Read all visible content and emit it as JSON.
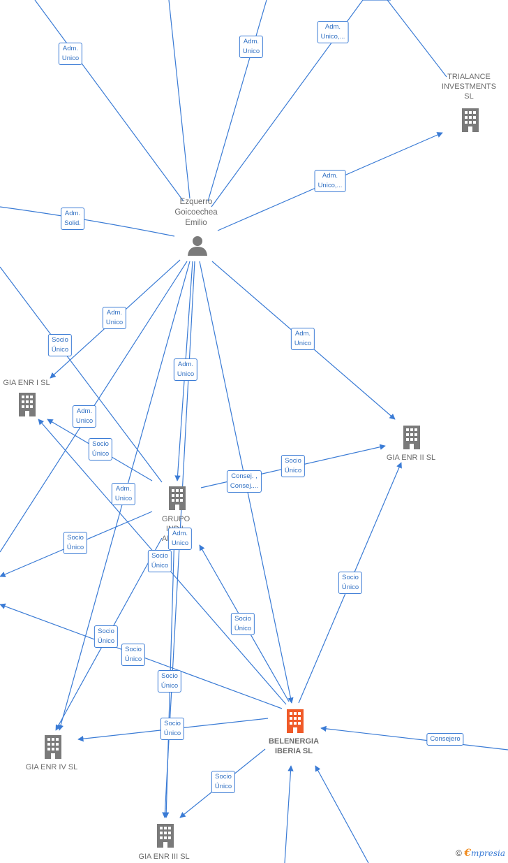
{
  "nodes": {
    "person": {
      "label": "Ezquerro\nGoicoechea\nEmilio"
    },
    "trialance": {
      "label": "TRIALANCE\nINVESTMENTS\nSL"
    },
    "gia1": {
      "label": "GIA ENR I  SL"
    },
    "gia2": {
      "label": "GIA ENR II  SL"
    },
    "gia3": {
      "label": "GIA ENR III  SL"
    },
    "gia4": {
      "label": "GIA ENR IV  SL"
    },
    "grupo": {
      "label": "GRUPO\nIND       L\nANG        SL"
    },
    "belenergia": {
      "label": "BELENERGIA\nIBERIA  SL"
    }
  },
  "badges": [
    {
      "id": "b1",
      "text": "Adm.\nUnico"
    },
    {
      "id": "b2",
      "text": "Adm.\nUnico"
    },
    {
      "id": "b3",
      "text": "Adm.\nUnico,..."
    },
    {
      "id": "b4",
      "text": "Adm.\nUnico,..."
    },
    {
      "id": "b5",
      "text": "Adm.\nSolid."
    },
    {
      "id": "b6",
      "text": "Adm.\nUnico"
    },
    {
      "id": "b7",
      "text": "Socio\nÚnico"
    },
    {
      "id": "b8",
      "text": "Adm.\nUnico"
    },
    {
      "id": "b9",
      "text": "Adm.\nUnico"
    },
    {
      "id": "b10",
      "text": "Adm.\nUnico"
    },
    {
      "id": "b11",
      "text": "Socio\nÚnico"
    },
    {
      "id": "b12",
      "text": "Adm.\nUnico"
    },
    {
      "id": "b13",
      "text": "Socio\nÚnico"
    },
    {
      "id": "b14",
      "text": "Consej. ,\nConsej...."
    },
    {
      "id": "b15",
      "text": "Socio\nÚnico"
    },
    {
      "id": "b16",
      "text": "Adm.\nUnico"
    },
    {
      "id": "b17",
      "text": "Socio\nÚnico"
    },
    {
      "id": "b18",
      "text": "Socio\nÚnico"
    },
    {
      "id": "b19",
      "text": "Socio\nÚnico"
    },
    {
      "id": "b20",
      "text": "Socio\nÚnico"
    },
    {
      "id": "b21",
      "text": "Socio\nÚnico"
    },
    {
      "id": "b22",
      "text": "Socio\nÚnico"
    },
    {
      "id": "b23",
      "text": "Socio\nÚnico"
    },
    {
      "id": "b24",
      "text": "Socio\nÚnico"
    },
    {
      "id": "b25",
      "text": "Consejero"
    }
  ],
  "brand": {
    "copyright": "©",
    "e": "€",
    "rest": "mpresia"
  },
  "colors": {
    "edge": "#3a7bd5",
    "building": "#7a7a7a",
    "main_building": "#f05a28"
  }
}
